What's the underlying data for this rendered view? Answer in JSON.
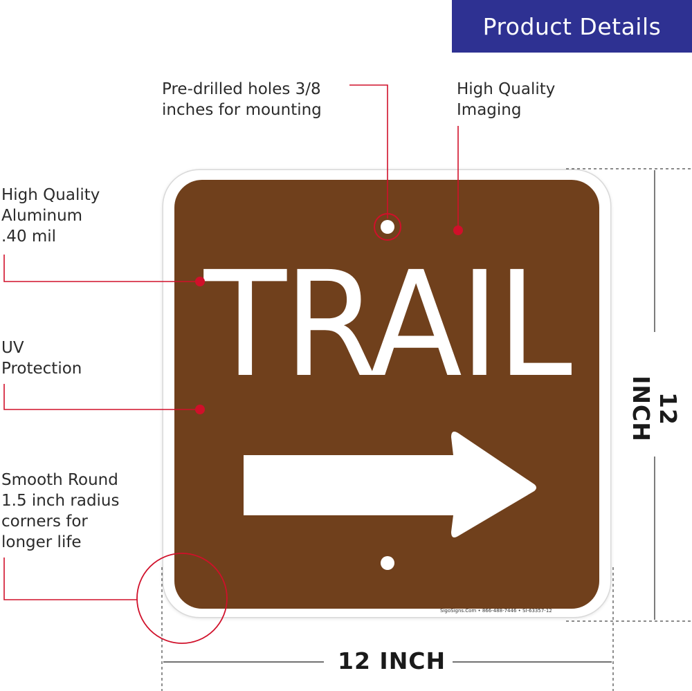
{
  "header": {
    "title": "Product Details"
  },
  "callouts": {
    "holes": "Pre-drilled holes 3/8\ninches for mounting",
    "imaging": "High Quality\nImaging",
    "aluminum": "High Quality\nAluminum\n.40 mil",
    "uv": "UV\nProtection",
    "corners": "Smooth Round\n1.5 inch radius\ncorners for\nlonger life"
  },
  "sign": {
    "word": "TRAIL",
    "arrow_icon": "arrow-right-icon",
    "footer": "SigoSigns.Com • 866-488-7446 • SI-63357-12"
  },
  "dimensions": {
    "width": "12 INCH",
    "height": "12 INCH"
  },
  "colors": {
    "sign_brown": "#70401c",
    "banner_blue": "#2e3192",
    "callout_red": "#d0102a"
  }
}
